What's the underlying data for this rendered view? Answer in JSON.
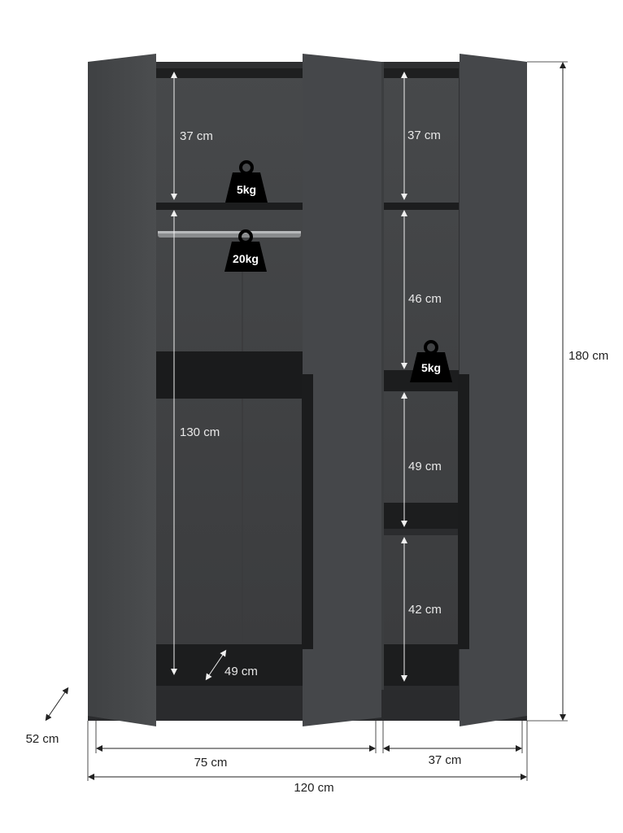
{
  "dimensions": {
    "overall_height": "180 cm",
    "overall_width": "120 cm",
    "depth": "52 cm",
    "left_section_width": "75 cm",
    "right_section_width": "37 cm"
  },
  "left_compartment": {
    "top_shelf_height": "37 cm",
    "hanging_height": "130 cm",
    "inner_depth": "49 cm",
    "shelf_load": "5kg",
    "rail_load": "20kg"
  },
  "right_compartment": {
    "shelf_1_height": "37 cm",
    "shelf_2_height": "46 cm",
    "shelf_3_height": "49 cm",
    "shelf_4_height": "42 cm",
    "shelf_load": "5kg"
  },
  "colors": {
    "door": "#46484a",
    "interior": "#3a3b3d",
    "shelf": "#1c1d1e",
    "dimension_line": "#222222"
  }
}
